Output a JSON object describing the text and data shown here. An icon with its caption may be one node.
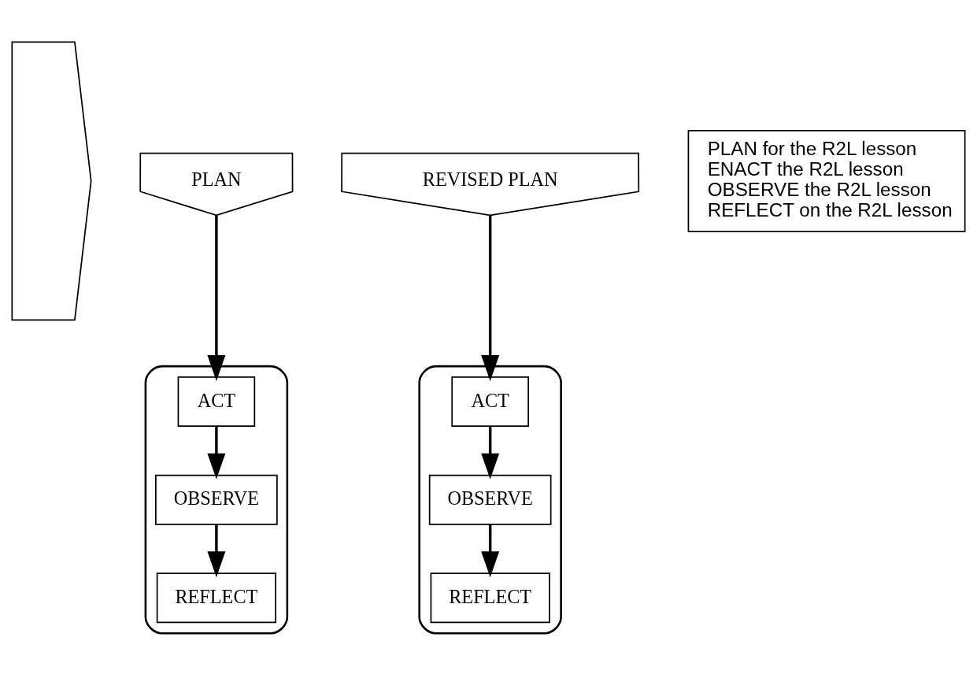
{
  "diagram": {
    "nodes": [
      {
        "text": [],
        "shape": "arrow"
      },
      {
        "text": [],
        "shape": "ellipse"
      },
      {
        "text": [
          "REFLECT"
        ],
        "in": 1
      },
      {
        "text": [
          "PLAN"
        ]
      },
      {
        "text": [
          "OBSERVE"
        ],
        "in": 1
      },
      {
        "text": [
          "ACT"
        ],
        "in": 1
      },
      {
        "text": [],
        "shape": "ellipse"
      },
      {
        "text": [
          "REFLECT"
        ],
        "in": 6
      },
      {
        "text": [
          "REVISED PLAN"
        ]
      },
      {
        "text": [
          "OBSERVE"
        ],
        "in": 6
      },
      {
        "text": [
          "ACT"
        ],
        "in": 6
      },
      {
        "text": [
          "PLAN for the R2L lesson",
          "ENACT the R2L lesson",
          "OBSERVE the R2L lesson",
          "REFLECT on the R2L lesson"
        ]
      }
    ],
    "edges": [
      {
        "from": 3,
        "to": 5,
        "arrow": "to"
      },
      {
        "from": 5,
        "to": 4,
        "arrow": "to"
      },
      {
        "from": 4,
        "to": 2,
        "arrow": "to"
      },
      {
        "from": 8,
        "to": 10,
        "arrow": "to"
      },
      {
        "from": 10,
        "to": 9,
        "arrow": "to"
      },
      {
        "from": 9,
        "to": 7,
        "arrow": "to"
      }
    ]
  }
}
